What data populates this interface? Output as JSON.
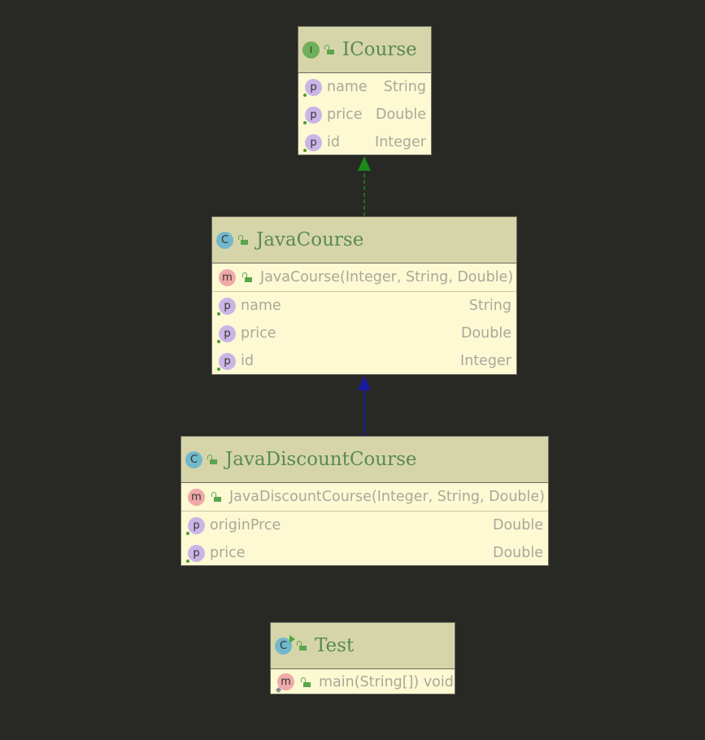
{
  "diagram": {
    "classes": [
      {
        "id": "icourse",
        "kind": "interface",
        "kind_icon": "I",
        "name": "ICourse",
        "methods": [],
        "properties": [
          {
            "name": "name",
            "type": "String"
          },
          {
            "name": "price",
            "type": "Double"
          },
          {
            "name": "id",
            "type": "Integer"
          }
        ]
      },
      {
        "id": "javacourse",
        "kind": "class",
        "kind_icon": "C",
        "name": "JavaCourse",
        "methods": [
          {
            "signature": "JavaCourse(Integer, String, Double)"
          }
        ],
        "properties": [
          {
            "name": "name",
            "type": "String"
          },
          {
            "name": "price",
            "type": "Double"
          },
          {
            "name": "id",
            "type": "Integer"
          }
        ]
      },
      {
        "id": "javadiscountcourse",
        "kind": "class",
        "kind_icon": "C",
        "name": "JavaDiscountCourse",
        "methods": [
          {
            "signature": "JavaDiscountCourse(Integer, String, Double)"
          }
        ],
        "properties": [
          {
            "name": "originPrce",
            "type": "Double"
          },
          {
            "name": "price",
            "type": "Double"
          }
        ]
      },
      {
        "id": "test",
        "kind": "class-main",
        "kind_icon": "C",
        "name": "Test",
        "methods": [
          {
            "signature": "main(String[]) void"
          }
        ],
        "properties": []
      }
    ],
    "edges": [
      {
        "from": "javacourse",
        "to": "icourse",
        "type": "implements",
        "color": "#1a8a1a"
      },
      {
        "from": "javadiscountcourse",
        "to": "javacourse",
        "type": "extends",
        "color": "#1a1aa0"
      }
    ],
    "member_icons": {
      "property": "p",
      "method": "m"
    },
    "colors": {
      "background": "#282824",
      "header": "#d6d5a9",
      "body": "#fcf9d3",
      "title_text": "#5a8a54",
      "member_text": "#a9a89a"
    }
  }
}
